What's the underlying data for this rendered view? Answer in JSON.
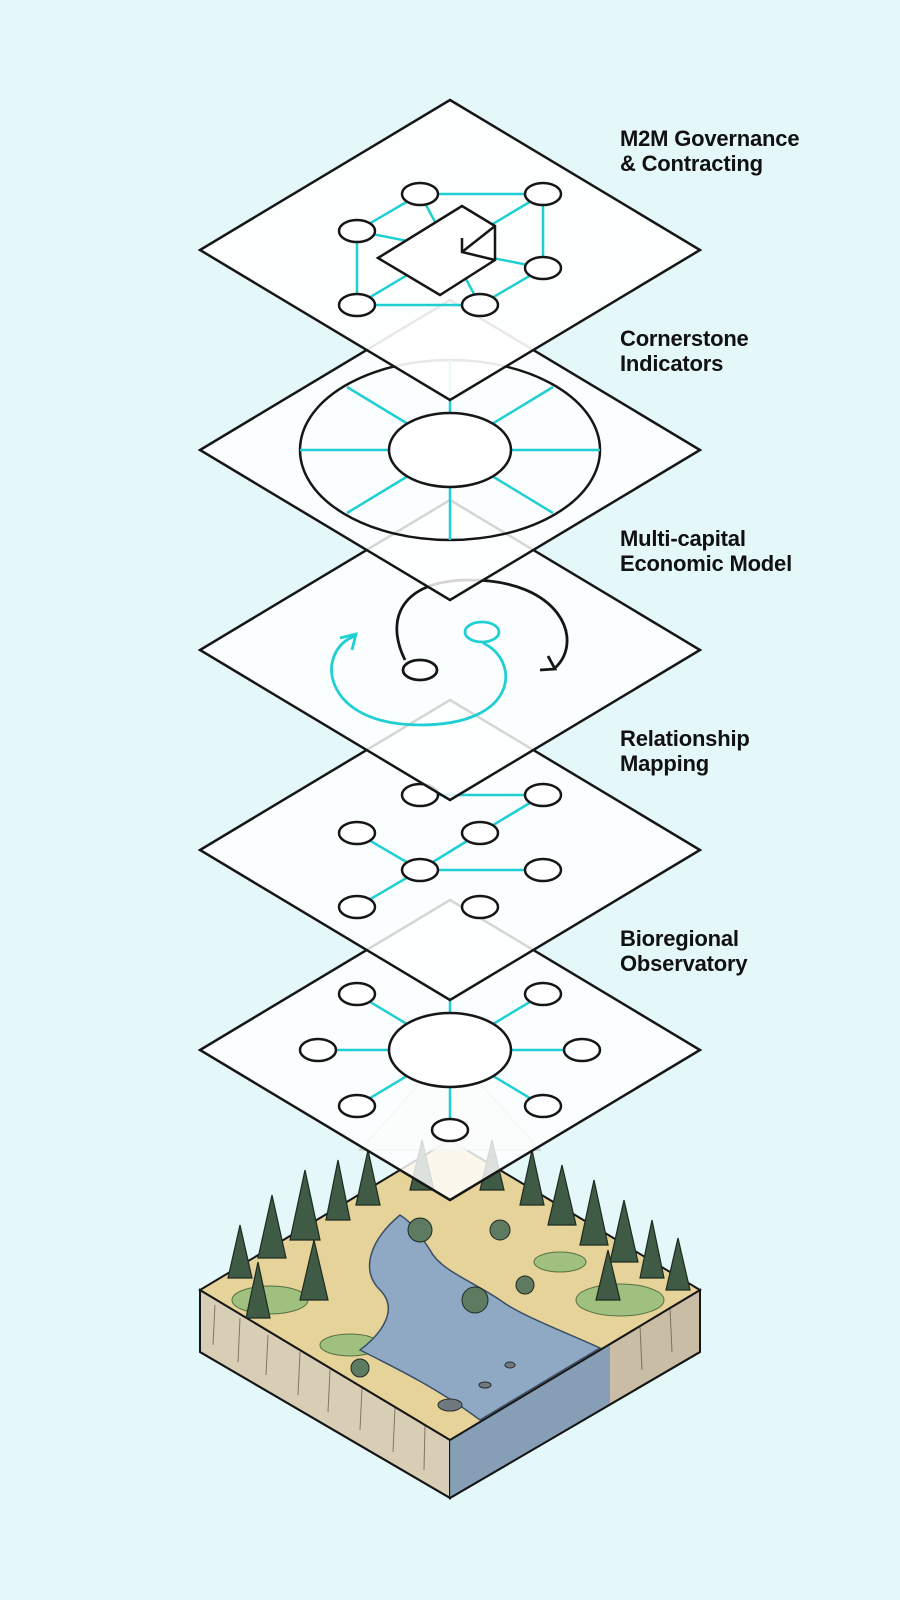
{
  "colors": {
    "background": "#e4f8fa",
    "plate_fill": "#ffffff",
    "outline": "#161616",
    "accent_cyan": "#1fcfd3",
    "label_text": "#111111"
  },
  "layers": [
    {
      "id": "governance",
      "line1": "M2M Governance",
      "line2": "& Contracting",
      "icon": "network-with-cube-icon"
    },
    {
      "id": "indicators",
      "line1": "Cornerstone",
      "line2": "Indicators",
      "icon": "spoked-ring-icon"
    },
    {
      "id": "economic",
      "line1": "Multi-capital",
      "line2": "Economic Model",
      "icon": "circular-flow-arrows-icon"
    },
    {
      "id": "relationship",
      "line1": "Relationship",
      "line2": "Mapping",
      "icon": "node-graph-icon"
    },
    {
      "id": "observatory",
      "line1": "Bioregional",
      "line2": "Observatory",
      "icon": "hub-and-spoke-icon"
    }
  ],
  "base": {
    "icon": "forest-river-landscape-icon"
  }
}
